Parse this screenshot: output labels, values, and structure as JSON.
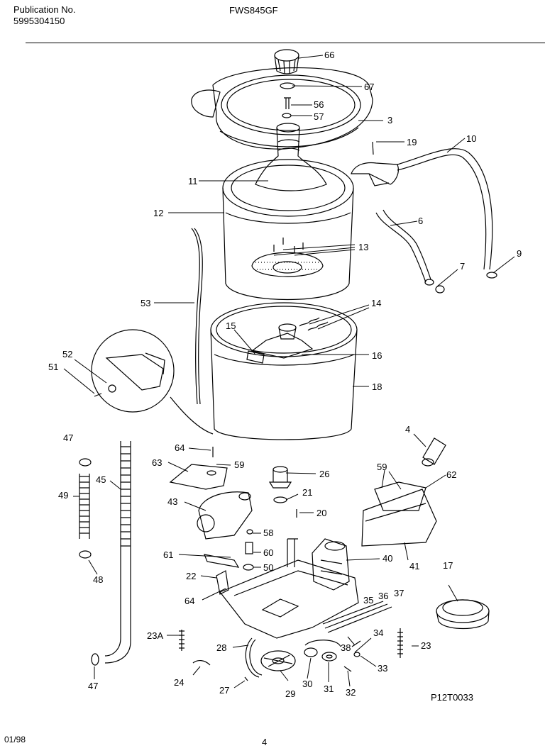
{
  "header": {
    "publication_label": "Publication No.",
    "publication_number": "5995304150",
    "model": "FWS845GF"
  },
  "figure_code": "P12T0033",
  "footer": {
    "date": "01/98",
    "page": "4"
  },
  "callouts": {
    "c66": "66",
    "c67": "67",
    "c56": "56",
    "c57": "57",
    "c3": "3",
    "c19": "19",
    "c10": "10",
    "c11": "11",
    "c12": "12",
    "c6": "6",
    "c13": "13",
    "c9": "9",
    "c7": "7",
    "c53": "53",
    "c14": "14",
    "c15": "15",
    "c16": "16",
    "c52": "52",
    "c51": "51",
    "c18": "18",
    "c47a": "47",
    "c4": "4",
    "c64a": "64",
    "c63": "63",
    "c59a": "59",
    "c26": "26",
    "c59b": "59",
    "c62": "62",
    "c49": "49",
    "c45": "45",
    "c21": "21",
    "c43": "43",
    "c20": "20",
    "c58": "58",
    "c61": "61",
    "c60": "60",
    "c40": "40",
    "c50": "50",
    "c41": "41",
    "c48": "48",
    "c22": "22",
    "c17": "17",
    "c64b": "64",
    "c37": "37",
    "c36": "36",
    "c35": "35",
    "c23A": "23A",
    "c34": "34",
    "c28": "28",
    "c38": "38",
    "c23": "23",
    "c33": "33",
    "c24": "24",
    "c47b": "47",
    "c27": "27",
    "c29": "29",
    "c30": "30",
    "c31": "31",
    "c32": "32"
  }
}
